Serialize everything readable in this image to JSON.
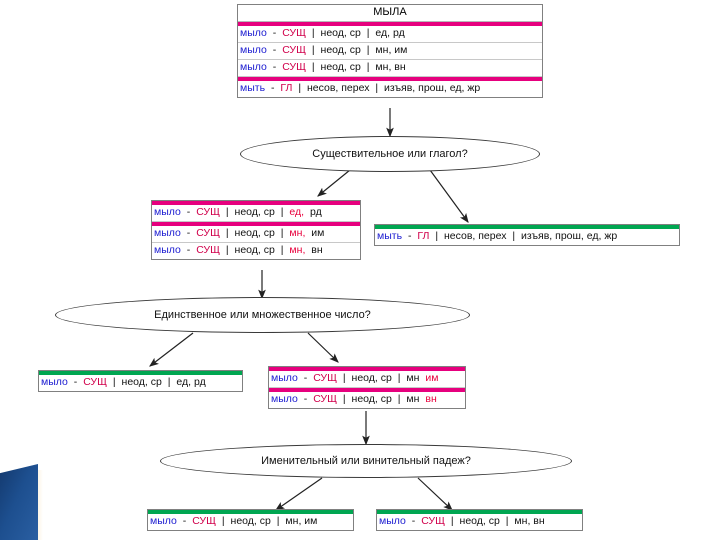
{
  "diagram": {
    "title": "МЫЛА",
    "colors": {
      "magenta": "#e6007e",
      "green": "#00a651",
      "word": "#1a1ad0",
      "pos": "#d1004b",
      "highlight": "#e8003c",
      "box_border": "#808080",
      "ellipse_border": "#3a3a3a",
      "corner_blue": "#1d4f8f"
    },
    "root_box": {
      "header": "МЫЛА",
      "rows": [
        {
          "word": "мыло",
          "dash": "-",
          "pos": "СУЩ",
          "bar1": "|",
          "gram1": "неод, ср",
          "bar2": "|",
          "gram2": "ед, рд",
          "accent": "magenta"
        },
        {
          "word": "мыло",
          "dash": "-",
          "pos": "СУЩ",
          "bar1": "|",
          "gram1": "неод, ср",
          "bar2": "|",
          "gram2": "мн, им",
          "accent": "none"
        },
        {
          "word": "мыло",
          "dash": "-",
          "pos": "СУЩ",
          "bar1": "|",
          "gram1": "неод, ср",
          "bar2": "|",
          "gram2": "мн, вн",
          "accent": "none"
        },
        {
          "word": "мыть",
          "dash": "-",
          "pos": "ГЛ",
          "bar1": "|",
          "gram1": "несов, перех",
          "bar2": "|",
          "gram2": "изъяв, прош, ед, жр",
          "accent": "magenta"
        }
      ]
    },
    "question_1": "Существительное или глагол?",
    "question_2": "Единственное или множественное число?",
    "question_3": "Именительный или винительный падеж?",
    "level2_left": {
      "rows": [
        {
          "word": "мыло",
          "dash": "-",
          "pos": "СУЩ",
          "bar1": "|",
          "gram1": "неод, ср",
          "bar2": "|",
          "gram2_hl": "ед,",
          "gram2": " рд",
          "accent": "magenta"
        },
        {
          "word": "мыло",
          "dash": "-",
          "pos": "СУЩ",
          "bar1": "|",
          "gram1": "неод, ср",
          "bar2": "|",
          "gram2_hl": "мн,",
          "gram2": " им",
          "accent": "magenta"
        },
        {
          "word": "мыло",
          "dash": "-",
          "pos": "СУЩ",
          "bar1": "|",
          "gram1": "неод, ср",
          "bar2": "|",
          "gram2_hl": "мн,",
          "gram2": " вн",
          "accent": "none"
        }
      ]
    },
    "level2_right": {
      "rows": [
        {
          "word": "мыть",
          "dash": "-",
          "pos": "ГЛ",
          "bar1": "|",
          "gram1": "несов, перех",
          "bar2": "|",
          "gram2": "изъяв, прош, ед, жр",
          "accent": "green"
        }
      ]
    },
    "level3_left": {
      "rows": [
        {
          "word": "мыло",
          "dash": "-",
          "pos": "СУЩ",
          "bar1": "|",
          "gram1": "неод, ср",
          "bar2": "|",
          "gram2": "ед, рд",
          "accent": "green"
        }
      ]
    },
    "level3_right": {
      "rows": [
        {
          "word": "мыло",
          "dash": "-",
          "pos": "СУЩ",
          "bar1": "|",
          "gram1": "неод, ср",
          "bar2": "|",
          "gram2": "мн",
          "gram2_hl": "им",
          "accent": "magenta"
        },
        {
          "word": "мыло",
          "dash": "-",
          "pos": "СУЩ",
          "bar1": "|",
          "gram1": "неод, ср",
          "bar2": "|",
          "gram2": "мн",
          "gram2_hl": "вн",
          "accent": "magenta"
        }
      ]
    },
    "level4_left": {
      "rows": [
        {
          "word": "мыло",
          "dash": "-",
          "pos": "СУЩ",
          "bar1": "|",
          "gram1": "неод, ср",
          "bar2": "|",
          "gram2": "мн, им",
          "accent": "green"
        }
      ]
    },
    "level4_right": {
      "rows": [
        {
          "word": "мыло",
          "dash": "-",
          "pos": "СУЩ",
          "bar1": "|",
          "gram1": "неод, ср",
          "bar2": "|",
          "gram2": "мн, вн",
          "accent": "green"
        }
      ]
    }
  }
}
